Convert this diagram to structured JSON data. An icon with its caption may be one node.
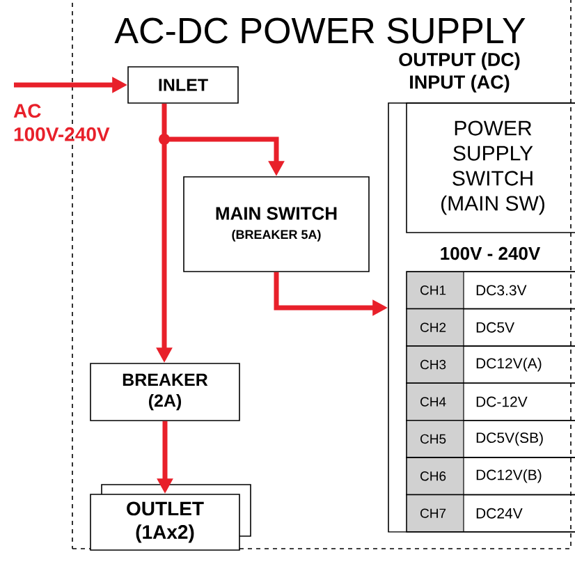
{
  "diagram": {
    "nodes": [
      {
        "text": [
          "AC-DC POWER SUPPLY"
        ]
      },
      {
        "text": [
          "INLET"
        ],
        "in": 0
      },
      {
        "text": [],
        "shape": "circle",
        "in": 0
      },
      {
        "text": [
          "MAIN SWITCH",
          "(BREAKER 5A)"
        ],
        "in": 0
      },
      {
        "text": [
          "BREAKER (2A)"
        ],
        "in": 0
      },
      {
        "text": [
          "OUTLET (1Ax2)"
        ],
        "in": 0
      },
      {
        "text": [
          "OUTPUT (DC) INPUT (AC)",
          "100V - 240V"
        ],
        "in": 0
      },
      {
        "text": [
          "POWER SUPPLY SWITCH (MAIN SW)"
        ],
        "in": 6
      },
      {
        "text": [
          "CH1",
          "DC3.3V"
        ],
        "in": 6
      },
      {
        "text": [
          "CH2",
          "DC5V"
        ],
        "in": 6
      },
      {
        "text": [
          "CH3",
          "DC12V(A)"
        ],
        "in": 6
      },
      {
        "text": [
          "CH4",
          "DC-12V"
        ],
        "in": 6
      },
      {
        "text": [
          "CH5",
          "DC5V(SB)"
        ],
        "in": 6
      },
      {
        "text": [
          "CH6",
          "DC12V(B)"
        ],
        "in": 6
      },
      {
        "text": [
          "CH7",
          "DC24V"
        ],
        "in": 6
      }
    ],
    "edges": [
      {
        "from": null,
        "to": 1,
        "arrow": "to"
      },
      {
        "from": 1,
        "to": 2,
        "arrow": "none"
      },
      {
        "from": 2,
        "to": 3,
        "arrow": "to"
      },
      {
        "from": 2,
        "to": 4,
        "arrow": "to"
      },
      {
        "from": 3,
        "to": 6,
        "arrow": "to"
      },
      {
        "from": 4,
        "to": 5,
        "arrow": "to"
      }
    ],
    "labels": [
      "AC 100V-240V"
    ]
  }
}
